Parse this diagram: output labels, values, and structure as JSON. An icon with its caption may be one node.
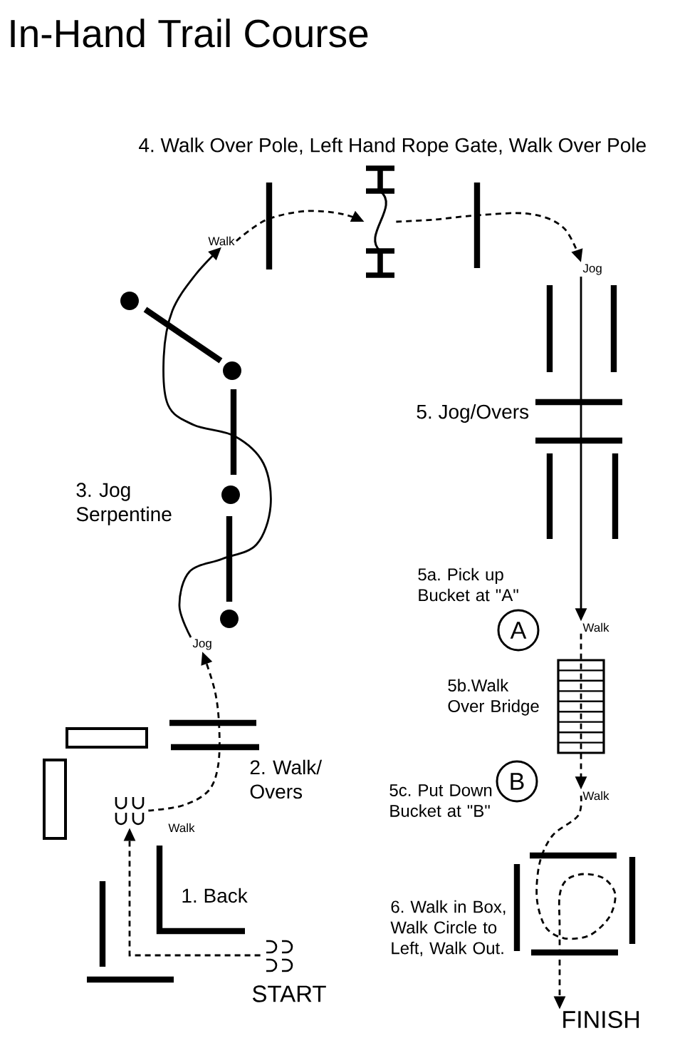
{
  "diagram": {
    "title": "In-Hand Trail Course",
    "nodes": [
      {
        "text": [
          "Walk"
        ]
      },
      {
        "text": [],
        "shape": "picture"
      },
      {
        "text": [
          "Jog"
        ]
      },
      {
        "text": [
          "Jog"
        ]
      },
      {
        "text": [
          "A"
        ]
      },
      {
        "text": [
          "Walk"
        ]
      },
      {
        "text": [
          "B"
        ]
      },
      {
        "text": [
          "Walk"
        ]
      },
      {
        "text": [],
        "shape": "picture",
        "beside": [
          "Walk"
        ]
      },
      {
        "text": [],
        "shape": "picture",
        "beside": [
          "START"
        ]
      },
      {
        "text": [
          "FINISH"
        ]
      }
    ],
    "edges": [
      {
        "from": 9,
        "to": 8,
        "arrow": "to",
        "style": "dashed"
      },
      {
        "from": 8,
        "to": 3,
        "arrow": "to",
        "style": "dashed"
      },
      {
        "from": 3,
        "to": 0,
        "arrow": "to"
      },
      {
        "from": 0,
        "to": 1,
        "arrow": "to",
        "style": "dashed"
      },
      {
        "from": 1,
        "to": 2,
        "arrow": "to",
        "style": "dashed"
      },
      {
        "from": 2,
        "to": 5,
        "arrow": "to"
      },
      {
        "from": 5,
        "to": 7,
        "arrow": "to",
        "style": "dashed"
      },
      {
        "from": 7,
        "to": 10,
        "arrow": "to",
        "style": "dashed"
      }
    ],
    "labels": [
      "4. Walk Over Pole, Left Hand Rope Gate, Walk Over Pole",
      "5. Jog/Overs",
      "3. Jog Serpentine",
      "5a. Pick up Bucket at \"A\"",
      "5b.Walk Over Bridge",
      "2. Walk/ Overs",
      "5c. Put Down Bucket at \"B\"",
      "1. Back",
      "6. Walk in Box, Walk Circle to Left, Walk Out."
    ]
  }
}
